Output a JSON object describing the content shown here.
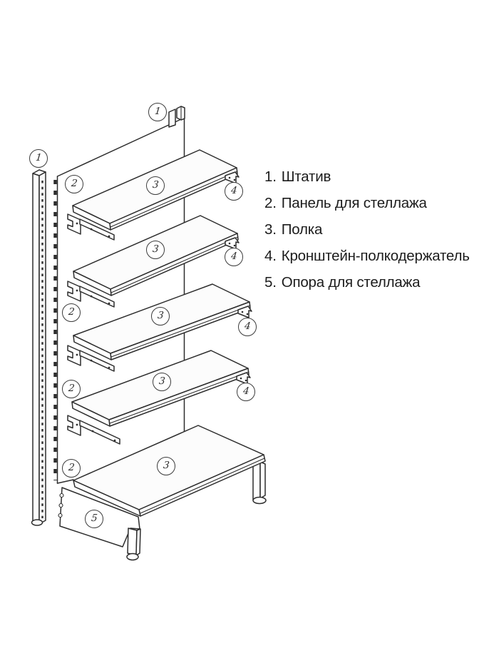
{
  "legend": {
    "items": [
      {
        "number": "1.",
        "label": "Штатив"
      },
      {
        "number": "2.",
        "label": "Панель для стеллажа"
      },
      {
        "number": "3.",
        "label": "Полка"
      },
      {
        "number": "4.",
        "label": "Кронштейн-полкодержатель"
      },
      {
        "number": "5.",
        "label": "Опора для стеллажа"
      }
    ]
  },
  "diagram": {
    "callouts": [
      {
        "label": "1"
      },
      {
        "label": "1"
      },
      {
        "label": "2"
      },
      {
        "label": "3"
      },
      {
        "label": "4"
      },
      {
        "label": "3"
      },
      {
        "label": "4"
      },
      {
        "label": "2"
      },
      {
        "label": "3"
      },
      {
        "label": "4"
      },
      {
        "label": "2"
      },
      {
        "label": "3"
      },
      {
        "label": "4"
      },
      {
        "label": "2"
      },
      {
        "label": "3"
      },
      {
        "label": "5"
      }
    ],
    "colors": {
      "line": "#2d2d2d",
      "background": "#ffffff"
    }
  }
}
